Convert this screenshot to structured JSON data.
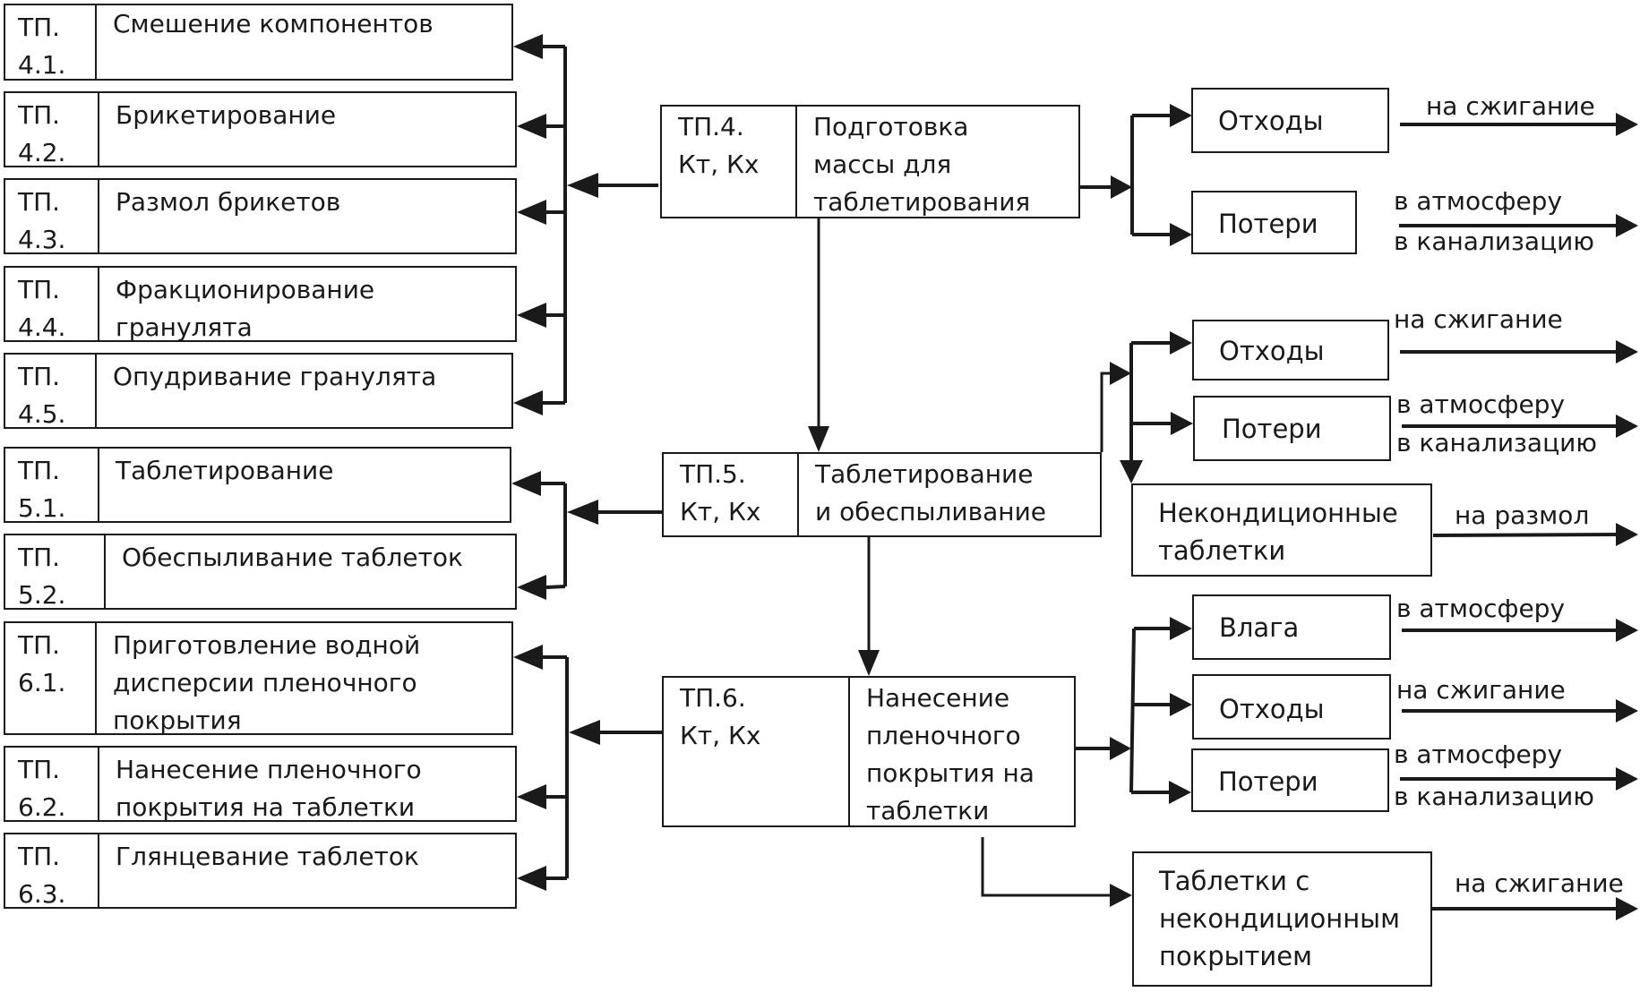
{
  "diagram": {
    "left_boxes": [
      {
        "code": "ТП.\n4.1.",
        "title": "Смешение компонентов"
      },
      {
        "code": "ТП.\n4.2.",
        "title": "Брикетирование"
      },
      {
        "code": "ТП.\n4.3.",
        "title": "Размол брикетов"
      },
      {
        "code": "ТП.\n4.4.",
        "title": "Фракционирование\nгранулята"
      },
      {
        "code": "ТП.\n4.5.",
        "title": "Опудривание гранулята"
      },
      {
        "code": "ТП.\n5.1.",
        "title": "Таблетирование"
      },
      {
        "code": "ТП.\n5.2.",
        "title": "Обеспыливание таблеток"
      },
      {
        "code": "ТП.\n6.1.",
        "title": "Приготовление водной\nдисперсии пленочного\nпокрытия"
      },
      {
        "code": "ТП.\n6.2.",
        "title": "Нанесение пленочного\nпокрытия на таблетки"
      },
      {
        "code": "ТП.\n6.3.",
        "title": "Глянцевание таблеток"
      }
    ],
    "center_boxes": [
      {
        "code": "ТП.4.\nКт, Кх",
        "title": "Подготовка\nмассы для\nтаблетирования"
      },
      {
        "code": "ТП.5.\nКт, Кх",
        "title": "Таблетирование\nи обеспыливание"
      },
      {
        "code": "ТП.6.\nКт, Кх",
        "title": "Нанесение\nпленочного\nпокрытия на\nтаблетки"
      }
    ],
    "output_boxes": [
      {
        "label": "Отходы",
        "dest_top": "на сжигание",
        "dest_bottom": ""
      },
      {
        "label": "Потери",
        "dest_top": "в атмосферу",
        "dest_bottom": "в канализацию"
      },
      {
        "label": "Отходы",
        "dest_top": "на сжигание",
        "dest_bottom": ""
      },
      {
        "label": "Потери",
        "dest_top": "в атмосферу",
        "dest_bottom": "в канализацию"
      },
      {
        "label": "Некондиционные\nтаблетки",
        "dest_top": "на размол",
        "dest_bottom": ""
      },
      {
        "label": "Влага",
        "dest_top": "в атмосферу",
        "dest_bottom": ""
      },
      {
        "label": "Отходы",
        "dest_top": "на сжигание",
        "dest_bottom": ""
      },
      {
        "label": "Потери",
        "dest_top": "в атмосферу",
        "dest_bottom": "в канализацию"
      },
      {
        "label": "Таблетки с\nнекондиционным\nпокрытием",
        "dest_top": "на сжигание",
        "dest_bottom": ""
      }
    ]
  },
  "colors": {
    "line": "#1a1a1a",
    "background": "#ffffff"
  }
}
